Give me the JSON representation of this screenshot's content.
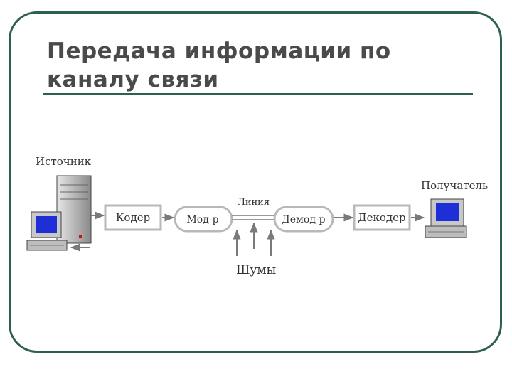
{
  "slide": {
    "title_line1": "Передача информации по",
    "title_line2": "каналу связи"
  },
  "diagram": {
    "source_label": "Источник",
    "receiver_label": "Получатель",
    "line_label": "Линия",
    "noise_label": "Шумы",
    "nodes": {
      "coder": "Кодер",
      "modulator": "Мод-р",
      "demodulator": "Демод-р",
      "decoder": "Декодер"
    },
    "colors": {
      "frame": "#2f5f52",
      "screen": "#1f2fd6",
      "node_border": "#b8b8b8"
    }
  }
}
